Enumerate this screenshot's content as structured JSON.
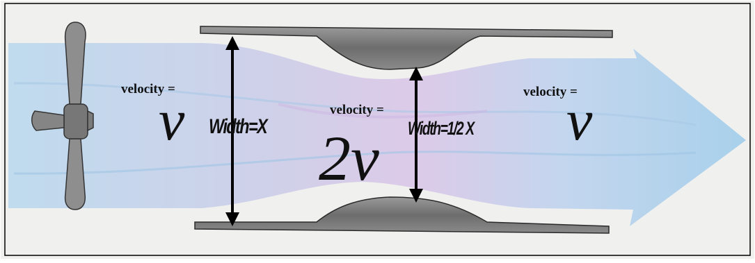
{
  "diagram": {
    "left_section": {
      "velocity_label": "velocity =",
      "velocity_symbol": "v",
      "width_label": "Width=X"
    },
    "middle_section": {
      "velocity_label": "velocity =",
      "velocity_symbol": "2v",
      "width_label": "Width=1/2 X"
    },
    "right_section": {
      "velocity_label": "velocity =",
      "velocity_symbol": "v"
    },
    "colors": {
      "flow_blue": "#a9d0ea",
      "flow_purple": "#d7c3e6",
      "wall_gray": "#7c7c7c",
      "constriction_gray": "#6f6f6f",
      "outline": "#2a2a2a",
      "paper": "#f1f1ef"
    }
  }
}
